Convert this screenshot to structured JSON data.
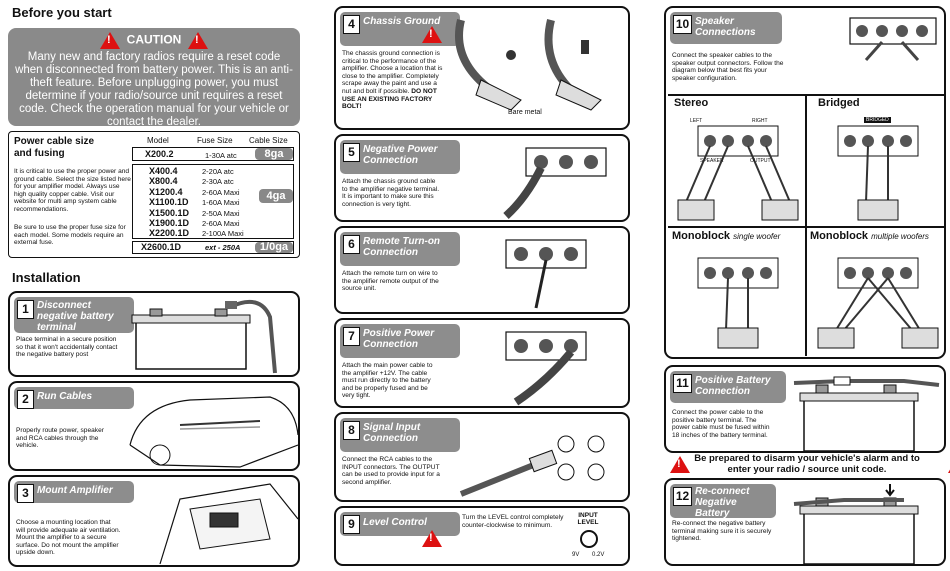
{
  "left": {
    "title": "Before you start",
    "caution": {
      "title": "CAUTION",
      "text": "Many new and factory radios require a reset code when disconnected from battery power. This is an anti-theft feature. Before unplugging power, you must determine if your radio/source unit requires a reset code. Check the operation manual for your vehicle or contact the dealer."
    },
    "cable": {
      "title": "Power cable size and fusing",
      "p1": "It is critical to use the proper power and ground cable. Select the size listed here for your amplifier model. Always use high quality copper cable. Visit our website for multi amp system cable recommendations.",
      "p2": "Be sure to use the proper fuse size for each model. Some models require an external fuse.",
      "headers": [
        "Model",
        "Fuse Size",
        "Cable Size"
      ],
      "g1": {
        "models": [
          "X200.2"
        ],
        "fuses": [
          "1-30A atc"
        ],
        "gauge": "8ga"
      },
      "g2": {
        "models": [
          "X400.4",
          "X800.4",
          "X1200.4",
          "X1100.1D",
          "X1500.1D",
          "X1900.1D",
          "X2200.1D"
        ],
        "fuses": [
          "2-20A atc",
          "2-30A atc",
          "2-60A Maxi",
          "1-60A Maxi",
          "2-50A Maxi",
          "2-60A Maxi",
          "2-100A Maxi"
        ],
        "gauge": "4ga"
      },
      "g3": {
        "models": [
          "X2600.1D"
        ],
        "fuses": [
          "ext - 250A"
        ],
        "gauge": "1/0ga"
      }
    },
    "install_title": "Installation",
    "steps": [
      {
        "n": "1",
        "title": "Disconnect negative battery terminal",
        "desc": "Place terminal in a secure position so that it won't accidentally contact the negative battery post"
      },
      {
        "n": "2",
        "title": "Run Cables",
        "desc": "Properly route power, speaker and RCA cables through the vehicle."
      },
      {
        "n": "3",
        "title": "Mount Amplifier",
        "desc": "Choose a mounting location that will provide adequate air ventilation. Mount the amplifier to a secure surface. Do not mount the amplifier upside down."
      }
    ]
  },
  "middle": [
    {
      "n": "4",
      "title": "Chassis Ground",
      "desc": "The chassis ground connection is critical to the performance of the amplifier. Choose a location that is close to the amplifier. Completely scrape away the paint and use a nut and bolt if possible.",
      "bold": "DO NOT USE AN EXISTING FACTORY BOLT!",
      "label": "Bare metal"
    },
    {
      "n": "5",
      "title": "Negative Power Connection",
      "desc": "Attach the chassis ground cable to the amplifier negative terminal. It is important to make sure this connection is very tight."
    },
    {
      "n": "6",
      "title": "Remote Turn-on Connection",
      "desc": "Attach the remote turn on wire to the amplifier remote output of the source unit."
    },
    {
      "n": "7",
      "title": "Positive Power Connection",
      "desc": "Attach the main power cable to the amplifier +12V. The cable must run directly to the battery and be properly fused and be very tight."
    },
    {
      "n": "8",
      "title": "Signal Input Connection",
      "desc": "Connect the RCA cables to the INPUT connectors. The OUTPUT can be used to provide input for a second amplifier."
    },
    {
      "n": "9",
      "title": "Level Control",
      "desc": "Turn the LEVEL control completely counter-clockwise to minimum.",
      "input_level": "INPUT LEVEL",
      "v1": "9V",
      "v2": "0.2V"
    }
  ],
  "right": {
    "step10": {
      "n": "10",
      "title": "Speaker Connections",
      "desc": "Connect the speaker cables to the speaker output connectors. Follow the diagram below that best fits your speaker configuration."
    },
    "diagrams": {
      "stereo": "Stereo",
      "bridged": "Bridged",
      "mono1": "Monoblock",
      "mono1_sub": "single woofer",
      "mono2": "Monoblock",
      "mono2_sub": "multiple woofers",
      "left": "LEFT",
      "right": "RIGHT",
      "bridged_lbl": "BRIDGED",
      "speaker": "SPEAKER",
      "output": "OUTPUT"
    },
    "step11": {
      "n": "11",
      "title": "Positive Battery Connection",
      "desc": "Connect the power cable to the positive battery terminal. The power cable must be fused within 18 inches of the battery terminal."
    },
    "alarm": "Be prepared to disarm your vehicle's alarm and to enter your radio / source unit code.",
    "step12": {
      "n": "12",
      "title": "Re-connect Negative Battery Terminal",
      "desc": "Re-connect the negative battery terminal making sure it is securely tightened."
    }
  }
}
